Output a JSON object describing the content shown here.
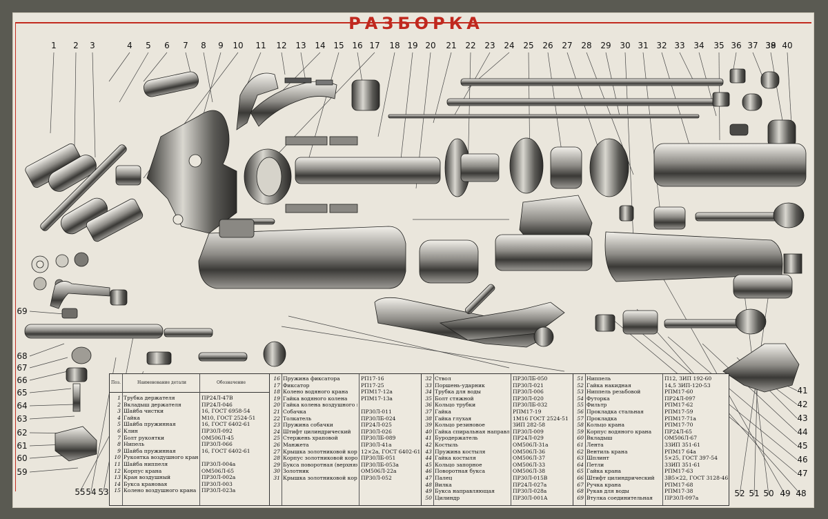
{
  "title": "РАЗБОРКА",
  "table_header": {
    "num": "Поз.",
    "name": "Наименование детали",
    "desig": "Обозначение"
  },
  "parts": [
    {
      "n": "1",
      "name": "Трубка держателя",
      "d": "ПР24Л-47В"
    },
    {
      "n": "2",
      "name": "Вкладыш держателя",
      "d": "ПР24Л-046"
    },
    {
      "n": "3",
      "name": "Шайба чистки",
      "d": "16, ГОСТ 6958-54"
    },
    {
      "n": "4",
      "name": "Гайка",
      "d": "М10, ГОСТ 2524-51"
    },
    {
      "n": "5",
      "name": "Шайба пружинная",
      "d": "16, ГОСТ 6402-61"
    },
    {
      "n": "6",
      "name": "Клин",
      "d": "ПР30Л-092"
    },
    {
      "n": "7",
      "name": "Болт рукоятки",
      "d": "ОМ506Л-45"
    },
    {
      "n": "8",
      "name": "Нипель",
      "d": "ПР30Л-066"
    },
    {
      "n": "9",
      "name": "Шайба пружинная",
      "d": "16, ГОСТ 6402-61"
    },
    {
      "n": "10",
      "name": "Рукоятка воздушного крана",
      "d": ""
    },
    {
      "n": "11",
      "name": "Шайба ниппеля",
      "d": "ПР30Л-004а"
    },
    {
      "n": "12",
      "name": "Корпус крана",
      "d": "ОМ506Л-65"
    },
    {
      "n": "13",
      "name": "Кран воздушный",
      "d": "ПР30Л-002а"
    },
    {
      "n": "14",
      "name": "Букса крановая",
      "d": "ПР30Л-003"
    },
    {
      "n": "15",
      "name": "Колено воздушного крана",
      "d": "ПР30Л-023а"
    },
    {
      "n": "16",
      "name": "Пружина фиксатора",
      "d": "РП17-16"
    },
    {
      "n": "17",
      "name": "Фиксатор",
      "d": "РП17-25"
    },
    {
      "n": "18",
      "name": "Колено водяного крана",
      "d": "РПМ17-12а"
    },
    {
      "n": "19",
      "name": "Гайка водяного колена",
      "d": "РПМ17-13а"
    },
    {
      "n": "20",
      "name": "Гайка колена воздушного крана",
      "d": ""
    },
    {
      "n": "21",
      "name": "Собачка",
      "d": "ПР30Л-011"
    },
    {
      "n": "22",
      "name": "Толкатель",
      "d": "ПР30ЛБ-024"
    },
    {
      "n": "23",
      "name": "Пружина собачки",
      "d": "ПР24Л-025"
    },
    {
      "n": "24",
      "name": "Штифт цилиндрический",
      "d": "ПР30Л-026"
    },
    {
      "n": "25",
      "name": "Стержень храповой",
      "d": "ПР30ЛБ-089"
    },
    {
      "n": "26",
      "name": "Манжета",
      "d": "ПР30Л-41а"
    },
    {
      "n": "27",
      "name": "Крышка золотниковой коробки верхняя",
      "d": "12×2а, ГОСТ 6402-61"
    },
    {
      "n": "28",
      "name": "Корпус золотниковой коробки",
      "d": "ПР30ЛБ-051"
    },
    {
      "n": "29",
      "name": "Букса поворотная (верхняя часть)",
      "d": "ПР30ЛБ-053а"
    },
    {
      "n": "30",
      "name": "Золотник",
      "d": "ОМ506Л-22а"
    },
    {
      "n": "31",
      "name": "Крышка золотниковой коробки нижняя",
      "d": "ПР30Л-052"
    },
    {
      "n": "32",
      "name": "Ствол",
      "d": "ПР30ЛБ-050"
    },
    {
      "n": "33",
      "name": "Поршень-ударник",
      "d": "ПР30Л-021"
    },
    {
      "n": "34",
      "name": "Трубка для воды",
      "d": "ПР30Л-006"
    },
    {
      "n": "35",
      "name": "Болт стяжной",
      "d": "ПР30Л-020"
    },
    {
      "n": "36",
      "name": "Кольцо трубки",
      "d": "ПР30ЛБ-032"
    },
    {
      "n": "37",
      "name": "Гайка",
      "d": "РПМ17-19"
    },
    {
      "n": "38",
      "name": "Гайка глухая",
      "d": "1М16 ГОСТ 2524-51"
    },
    {
      "n": "39",
      "name": "Кольцо резиновое",
      "d": "ЗИП 282-58"
    },
    {
      "n": "40",
      "name": "Гайка спиральная направляющая",
      "d": "ПР30Л-009"
    },
    {
      "n": "41",
      "name": "Буродержатель",
      "d": "ПР24Л-029"
    },
    {
      "n": "42",
      "name": "Костыль",
      "d": "ОМ506Л-31а"
    },
    {
      "n": "43",
      "name": "Пружина костыля",
      "d": "ОМ506Л-36"
    },
    {
      "n": "44",
      "name": "Гайка костыля",
      "d": "ОМ506Л-37"
    },
    {
      "n": "45",
      "name": "Кольцо запорное",
      "d": "ОМ506Л-33"
    },
    {
      "n": "46",
      "name": "Поворотная букса",
      "d": "ОМ506Л-38"
    },
    {
      "n": "47",
      "name": "Палец",
      "d": "ПР30Л-015В"
    },
    {
      "n": "48",
      "name": "Вилка",
      "d": "ПР24Л-027а"
    },
    {
      "n": "49",
      "name": "Букса направляющая",
      "d": "ПР30Л-028а"
    },
    {
      "n": "50",
      "name": "Цилиндр",
      "d": "ПР30Л-001А"
    },
    {
      "n": "51",
      "name": "Ниппель",
      "d": "П12, ЗИП 192-60"
    },
    {
      "n": "52",
      "name": "Гайка накидная",
      "d": "14,5 ЗИП-120-53"
    },
    {
      "n": "53",
      "name": "Ниппель резьбовой",
      "d": "РПМ17-60"
    },
    {
      "n": "54",
      "name": "Футорка",
      "d": "ПР24Л-097"
    },
    {
      "n": "55",
      "name": "Фильтр",
      "d": "РПМ17-62"
    },
    {
      "n": "56",
      "name": "Прокладка стальная",
      "d": "РПМ17-59"
    },
    {
      "n": "57",
      "name": "Прокладка",
      "d": "РПМ17-71а"
    },
    {
      "n": "58",
      "name": "Кольцо крана",
      "d": "РПМ17-70"
    },
    {
      "n": "59",
      "name": "Корпус водяного крана",
      "d": "ПР24Л-65"
    },
    {
      "n": "60",
      "name": "Вкладыш",
      "d": "ОМ506Л-67"
    },
    {
      "n": "61",
      "name": "Лента",
      "d": "3ЗИП 351-61"
    },
    {
      "n": "62",
      "name": "Вентиль крана",
      "d": "РПМ17 64а"
    },
    {
      "n": "63",
      "name": "Шплинт",
      "d": "5×25, ГОСТ 397-54"
    },
    {
      "n": "64",
      "name": "Петли",
      "d": "3ЗИП 351-61"
    },
    {
      "n": "65",
      "name": "Гайка крана",
      "d": "РПМ17-63"
    },
    {
      "n": "66",
      "name": "Штифт цилиндрический",
      "d": "3В5×22, ГОСТ 3128-46"
    },
    {
      "n": "67",
      "name": "Ручка крана",
      "d": "РПМ17-68"
    },
    {
      "n": "68",
      "name": "Рукав для воды",
      "d": "РПМ17-38"
    },
    {
      "n": "69",
      "name": "Втулка соединительная",
      "d": "ПР30Л-097а"
    }
  ],
  "callouts_top": [
    "1",
    "2",
    "3",
    "4",
    "5",
    "6",
    "7",
    "8",
    "9",
    "10",
    "11",
    "12",
    "13",
    "14",
    "15",
    "16",
    "17",
    "18",
    "19",
    "20",
    "21",
    "22",
    "23",
    "24",
    "25",
    "26",
    "27",
    "28",
    "29",
    "30",
    "31",
    "32",
    "33",
    "34",
    "35",
    "36",
    "37",
    "38",
    "39",
    "40"
  ],
  "callouts_left": [
    "69",
    "68",
    "67",
    "66",
    "65",
    "64",
    "63",
    "62",
    "61",
    "60",
    "59"
  ],
  "callouts_bottom_left": [
    "55",
    "54",
    "53"
  ],
  "callouts_right": [
    "41",
    "42",
    "43",
    "44",
    "45",
    "46",
    "47"
  ],
  "callouts_bottom_right": [
    "52",
    "51",
    "50",
    "49",
    "48"
  ],
  "colors": {
    "paper": "#eae6dc",
    "title": "#c0281e",
    "ink": "#222222",
    "border": "#c22a1e"
  }
}
